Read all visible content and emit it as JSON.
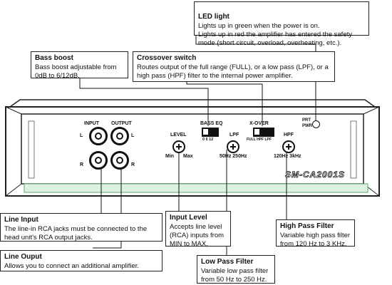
{
  "callouts": {
    "led": {
      "title": "LED light",
      "text": "Lights up in green when the power is on.\nLights up in red the amplifier has entered the safety mode (short circuit, overload, overheating, etc.)."
    },
    "bass": {
      "title": "Bass boost",
      "text": "Bass boost adjustable from 0dB to 6/12dB."
    },
    "crossover": {
      "title": "Crossover switch",
      "text": "Routes output of the full range (FULL), or a low pass (LPF), or a high pass (HPF) filter to the internal power amplifier."
    },
    "line_input": {
      "title": "Line Input",
      "text": "The line-in RCA jacks must be connected to the head unit's RCA output jacks."
    },
    "line_output": {
      "title": "Line Ouput",
      "text": "Allows you to connect an additional amplifier."
    },
    "input_level": {
      "title": "Input Level",
      "text": "Accepts line level (RCA) inputs from MIN to MAX."
    },
    "low_pass": {
      "title": "Low Pass Filter",
      "text": "Variable low pass filter from 50 Hz to 250 Hz."
    },
    "high_pass": {
      "title": "High Pass Filter",
      "text": "Variable high pass filter from 120 Hz to 3 KHz."
    }
  },
  "panel": {
    "input": "INPUT",
    "output": "OUTPUT",
    "l": "L",
    "r": "R",
    "bass_eq": "BASS EQ",
    "bass_ticks": "0  6  12",
    "xover": "X-OVER",
    "xover_ticks": "FULL HPF LPF",
    "level": "LEVEL",
    "level_min": "Min",
    "level_max": "Max",
    "lpf": "LPF",
    "lpf_range": "50Hz  250Hz",
    "hpf": "HPF",
    "hpf_range": "120Hz  3kHz",
    "prt": "PRT",
    "pwr": "PWR",
    "model": "SM-CA2001S"
  }
}
